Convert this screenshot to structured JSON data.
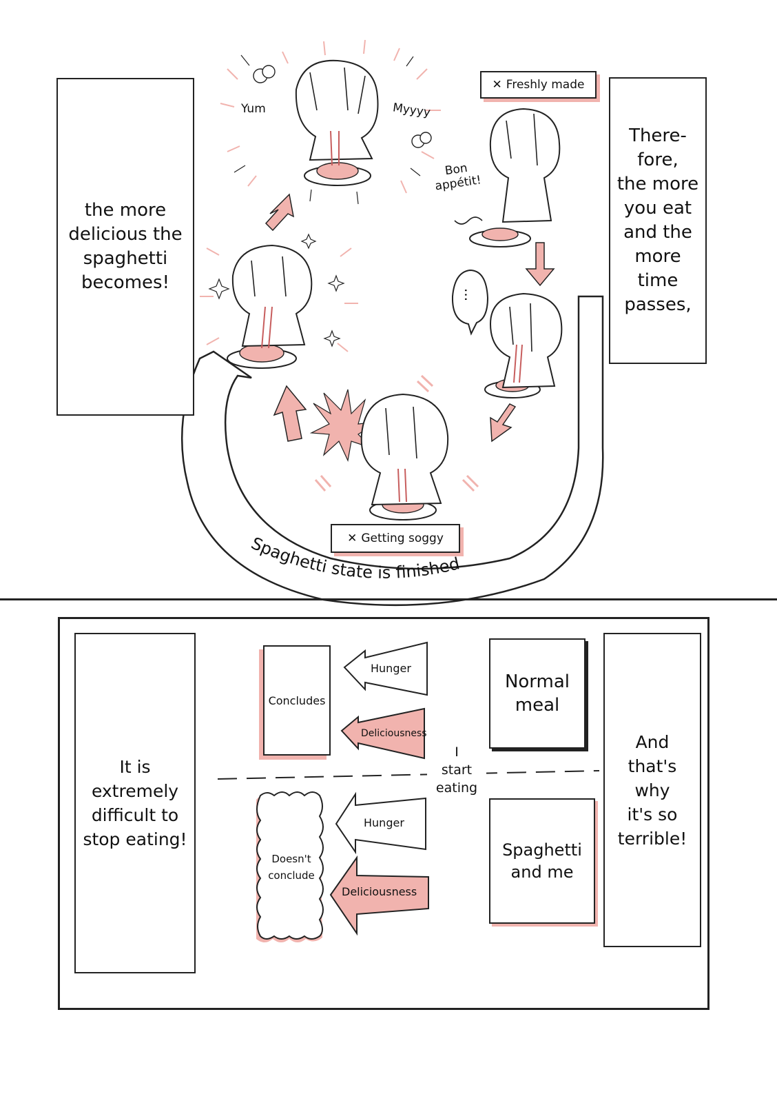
{
  "top_panel": {
    "left_caption": "the more\ndelicious the\nspaghetti\nbecomes!",
    "right_caption": "There-\nfore,\nthe more\nyou eat\nand the\nmore\ntime\npasses,",
    "freshly_made_label": "Freshly made",
    "getting_soggy_label": "Getting soggy",
    "bon_appetit": "Bon\nappétit!",
    "yum": "Yum",
    "myyyy": "Myyyy",
    "ellipsis": "...",
    "cycle_caption": "Spaghetti state is finished"
  },
  "bottom_panel": {
    "left_caption": "It is\nextremely\ndifficult to\nstop eating!",
    "right_caption": "And\nthat's\nwhy\nit's so\nterrible!",
    "normal_meal": "Normal\nmeal",
    "spaghetti_and_me": "Spaghetti\nand me",
    "concludes": "Concludes",
    "doesnt_conclude": "Doesn't\nconclude",
    "hunger_top": "Hunger",
    "deliciousness_top": "Deliciousness",
    "hunger_bottom": "Hunger",
    "deliciousness_bottom": "Deliciousness",
    "i_start_eating": "I\nstart\neating"
  },
  "colors": {
    "accent_pink": "#f1b3ae",
    "ink": "#222222",
    "page": "#ffffff"
  }
}
